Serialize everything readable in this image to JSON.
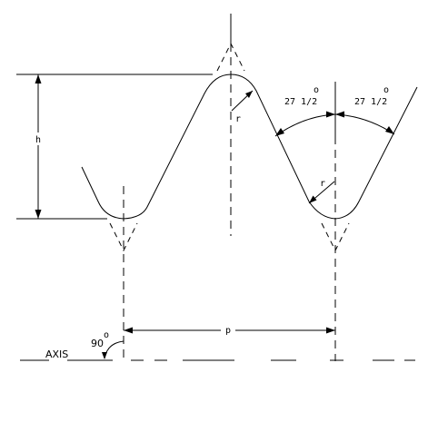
{
  "diagram": {
    "labels": {
      "height": "h",
      "pitch": "p",
      "crest_radius": "r",
      "root_radius": "r",
      "left_flank_angle": "27 1/2",
      "right_flank_angle": "27 1/2",
      "degree_mark": "o",
      "axis": "AXIS",
      "right_angle": "90",
      "right_angle_degree_mark": "o"
    }
  }
}
